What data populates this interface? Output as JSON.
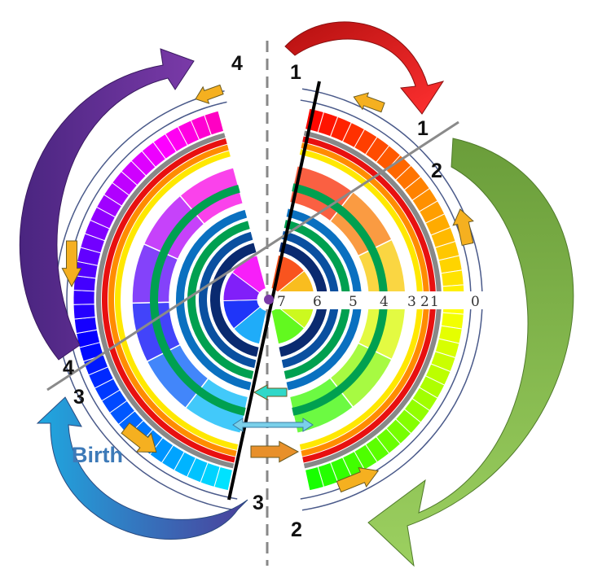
{
  "labels": {
    "top_1": "1",
    "top_4": "4",
    "right_1": "1",
    "right_2": "2",
    "left_4": "4",
    "left_3": "3",
    "bottom_3": "3",
    "bottom_2": "2",
    "birth": "Birth"
  },
  "scale_labels": [
    "7",
    "6",
    "5",
    "4",
    "3",
    "2",
    "1",
    "0"
  ],
  "colors": {
    "red_arrow": "#d81e1e",
    "purple_arrow": "#6a2c9a",
    "green_arrow": "#7db24a",
    "blue_arrow": "#2a8fd6",
    "orange_arrow": "#f5b020",
    "cyan_arrow": "#30d8c8",
    "dashed_axis": "#888888"
  },
  "icons": {
    "cycle_arrows": "curved-arrow-icon",
    "direction_arrows": "block-arrow-icon"
  }
}
